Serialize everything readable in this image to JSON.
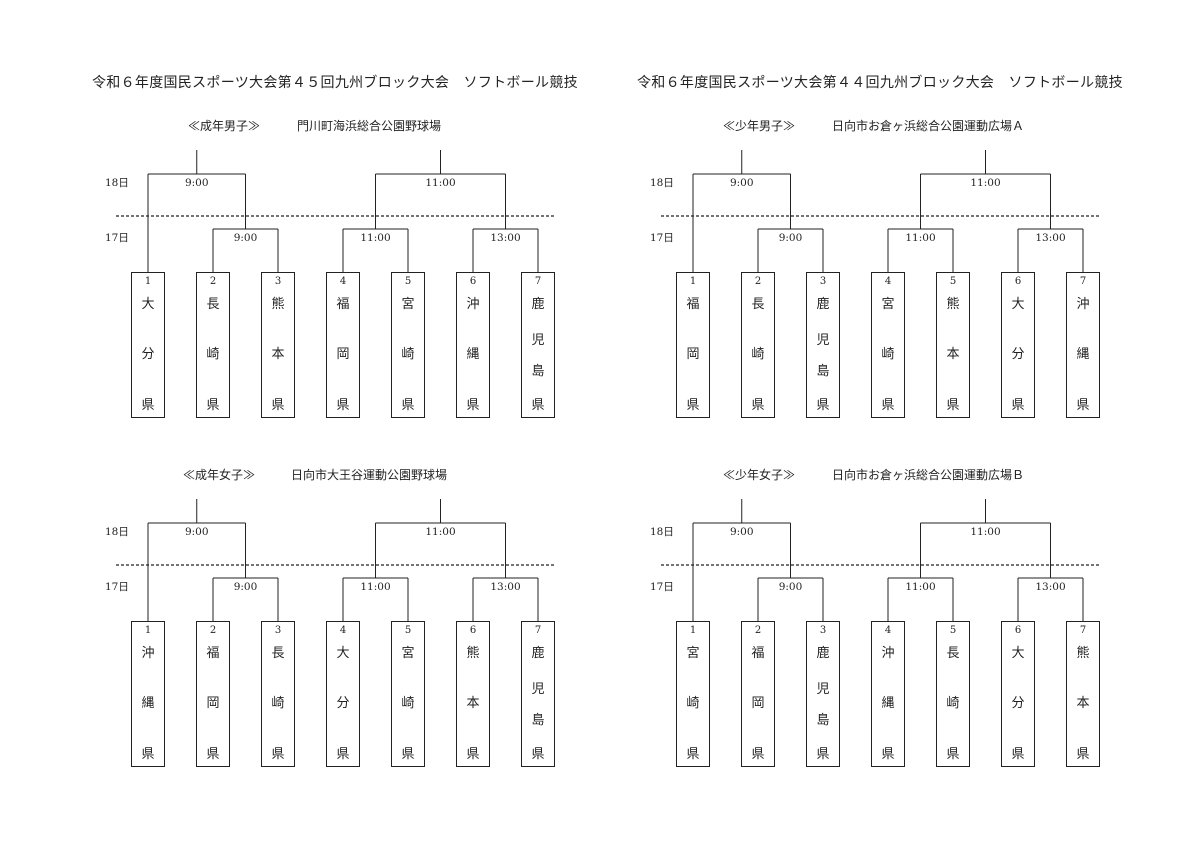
{
  "day_labels": {
    "day1": "17日",
    "day2": "18日"
  },
  "panels": [
    {
      "id": "seinen-danshi",
      "title": "令和６年度国民スポーツ大会第４５回九州ブロック大会　ソフトボール競技",
      "category": "≪成年男子≫",
      "venue": "門川町海浜総合公園野球場",
      "times": {
        "r1a": "9:00",
        "r1b": "11:00",
        "r1c": "13:00",
        "r2a": "9:00",
        "final": "11:00"
      },
      "teams": [
        {
          "num": "1",
          "chars": [
            "大",
            "分",
            "県"
          ]
        },
        {
          "num": "2",
          "chars": [
            "長",
            "崎",
            "県"
          ]
        },
        {
          "num": "3",
          "chars": [
            "熊",
            "本",
            "県"
          ]
        },
        {
          "num": "4",
          "chars": [
            "福",
            "岡",
            "県"
          ]
        },
        {
          "num": "5",
          "chars": [
            "宮",
            "崎",
            "県"
          ]
        },
        {
          "num": "6",
          "chars": [
            "沖",
            "縄",
            "県"
          ]
        },
        {
          "num": "7",
          "chars": [
            "鹿",
            "児",
            "島",
            "県"
          ]
        }
      ]
    },
    {
      "id": "shonen-danshi",
      "title": "令和６年度国民スポーツ大会第４４回九州ブロック大会　ソフトボール競技",
      "category": "≪少年男子≫",
      "venue": "日向市お倉ヶ浜総合公園運動広場Ａ",
      "times": {
        "r1a": "9:00",
        "r1b": "11:00",
        "r1c": "13:00",
        "r2a": "9:00",
        "final": "11:00"
      },
      "teams": [
        {
          "num": "1",
          "chars": [
            "福",
            "岡",
            "県"
          ]
        },
        {
          "num": "2",
          "chars": [
            "長",
            "崎",
            "県"
          ]
        },
        {
          "num": "3",
          "chars": [
            "鹿",
            "児",
            "島",
            "県"
          ]
        },
        {
          "num": "4",
          "chars": [
            "宮",
            "崎",
            "県"
          ]
        },
        {
          "num": "5",
          "chars": [
            "熊",
            "本",
            "県"
          ]
        },
        {
          "num": "6",
          "chars": [
            "大",
            "分",
            "県"
          ]
        },
        {
          "num": "7",
          "chars": [
            "沖",
            "縄",
            "県"
          ]
        }
      ]
    },
    {
      "id": "seinen-joshi",
      "title": "",
      "category": "≪成年女子≫",
      "venue": "日向市大王谷運動公園野球場",
      "times": {
        "r1a": "9:00",
        "r1b": "11:00",
        "r1c": "13:00",
        "r2a": "9:00",
        "final": "11:00"
      },
      "teams": [
        {
          "num": "1",
          "chars": [
            "沖",
            "縄",
            "県"
          ]
        },
        {
          "num": "2",
          "chars": [
            "福",
            "岡",
            "県"
          ]
        },
        {
          "num": "3",
          "chars": [
            "長",
            "崎",
            "県"
          ]
        },
        {
          "num": "4",
          "chars": [
            "大",
            "分",
            "県"
          ]
        },
        {
          "num": "5",
          "chars": [
            "宮",
            "崎",
            "県"
          ]
        },
        {
          "num": "6",
          "chars": [
            "熊",
            "本",
            "県"
          ]
        },
        {
          "num": "7",
          "chars": [
            "鹿",
            "児",
            "島",
            "県"
          ]
        }
      ]
    },
    {
      "id": "shonen-joshi",
      "title": "",
      "category": "≪少年女子≫",
      "venue": "日向市お倉ヶ浜総合公園運動広場Ｂ",
      "times": {
        "r1a": "9:00",
        "r1b": "11:00",
        "r1c": "13:00",
        "r2a": "9:00",
        "final": "11:00"
      },
      "teams": [
        {
          "num": "1",
          "chars": [
            "宮",
            "崎",
            "県"
          ]
        },
        {
          "num": "2",
          "chars": [
            "福",
            "岡",
            "県"
          ]
        },
        {
          "num": "3",
          "chars": [
            "鹿",
            "児",
            "島",
            "県"
          ]
        },
        {
          "num": "4",
          "chars": [
            "沖",
            "縄",
            "県"
          ]
        },
        {
          "num": "5",
          "chars": [
            "長",
            "崎",
            "県"
          ]
        },
        {
          "num": "6",
          "chars": [
            "大",
            "分",
            "県"
          ]
        },
        {
          "num": "7",
          "chars": [
            "熊",
            "本",
            "県"
          ]
        }
      ]
    }
  ]
}
